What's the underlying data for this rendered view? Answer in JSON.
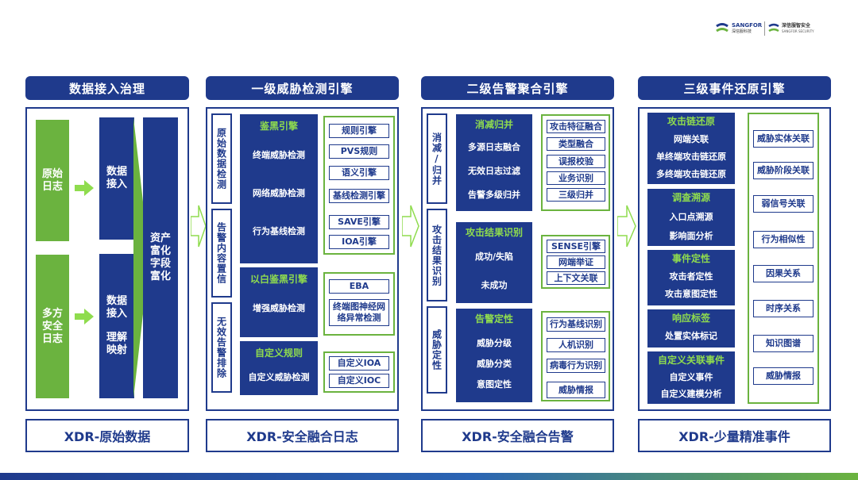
{
  "brand": {
    "logo_en": "SANGFOR",
    "logo_cn": "深信服科技",
    "sub_logo_cn": "深信服智安全",
    "sub_logo_en": "SANGFOR SECURITY"
  },
  "colors": {
    "navy": "#1f3a8c",
    "green": "#6bb33f",
    "light_green": "#8fdc4e"
  },
  "columns": [
    {
      "header": "数据接入治理",
      "footer": "XDR-原始数据"
    },
    {
      "header": "一级威胁检测引擎",
      "footer": "XDR-安全融合日志"
    },
    {
      "header": "二级告警聚合引擎",
      "footer": "XDR-安全融合告警"
    },
    {
      "header": "三级事件还原引擎",
      "footer": "XDR-少量精准事件"
    }
  ],
  "col1": {
    "raw_log": "原始日志",
    "multi_log": "多方安全日志",
    "ingest": "数据接入",
    "ingest_map_a": "数据接入",
    "ingest_map_b": "理解映射",
    "enrich": "资产富化 字段富化"
  },
  "col2": {
    "side": [
      "原始数据检测",
      "告警内容置信",
      "无效告警排除"
    ],
    "black": {
      "title": "鉴黑引擎",
      "items": [
        "终端威胁检测",
        "网络威胁检测",
        "行为基线检测"
      ]
    },
    "white": {
      "title": "以白鉴黑引擎",
      "items": [
        "增强威胁检测"
      ]
    },
    "custom": {
      "title": "自定义规则",
      "items": [
        "自定义威胁检测"
      ]
    },
    "engines": [
      "规则引擎",
      "PVS规则",
      "语义引擎",
      "基线检测引擎",
      "SAVE引擎",
      "IOA引擎"
    ],
    "white_engines": [
      "EBA",
      "终端图神经网络异常检测"
    ],
    "custom_engines": [
      "自定义IOA",
      "自定义IOC"
    ]
  },
  "col3": {
    "side": [
      "消减/归并",
      "攻击结果识别",
      "威胁定性"
    ],
    "merge": {
      "title": "消减归并",
      "items": [
        "多源日志融合",
        "无效日志过滤",
        "告警多级归并"
      ]
    },
    "merge_tags": [
      "攻击特征融合",
      "类型融合",
      "误报校验",
      "业务识别",
      "三级归并"
    ],
    "result": {
      "title": "攻击结果识别",
      "items": [
        "成功/失陷",
        "未成功"
      ]
    },
    "result_tags": [
      "SENSE引擎",
      "网端举证",
      "上下文关联"
    ],
    "alert": {
      "title": "告警定性",
      "items": [
        "威胁分级",
        "威胁分类",
        "意图定性"
      ]
    },
    "alert_tags": [
      "行为基线识别",
      "人机识别",
      "病毒行为识别",
      "威胁情报"
    ]
  },
  "col4": {
    "sections": [
      {
        "title": "攻击链还原",
        "items": [
          "网端关联",
          "单终端攻击链还原",
          "多终端攻击链还原"
        ]
      },
      {
        "title": "调查溯源",
        "items": [
          "入口点溯源",
          "影响面分析"
        ]
      },
      {
        "title": "事件定性",
        "items": [
          "攻击者定性",
          "攻击意图定性"
        ]
      },
      {
        "title": "响应标签",
        "items": [
          "处置实体标记"
        ]
      },
      {
        "title": "自定义关联事件",
        "items": [
          "自定义事件",
          "自定义建模分析"
        ]
      }
    ],
    "tags": [
      "威胁实体关联",
      "威胁阶段关联",
      "弱信号关联",
      "行为相似性",
      "因果关系",
      "时序关系",
      "知识图谱",
      "威胁情报"
    ]
  }
}
